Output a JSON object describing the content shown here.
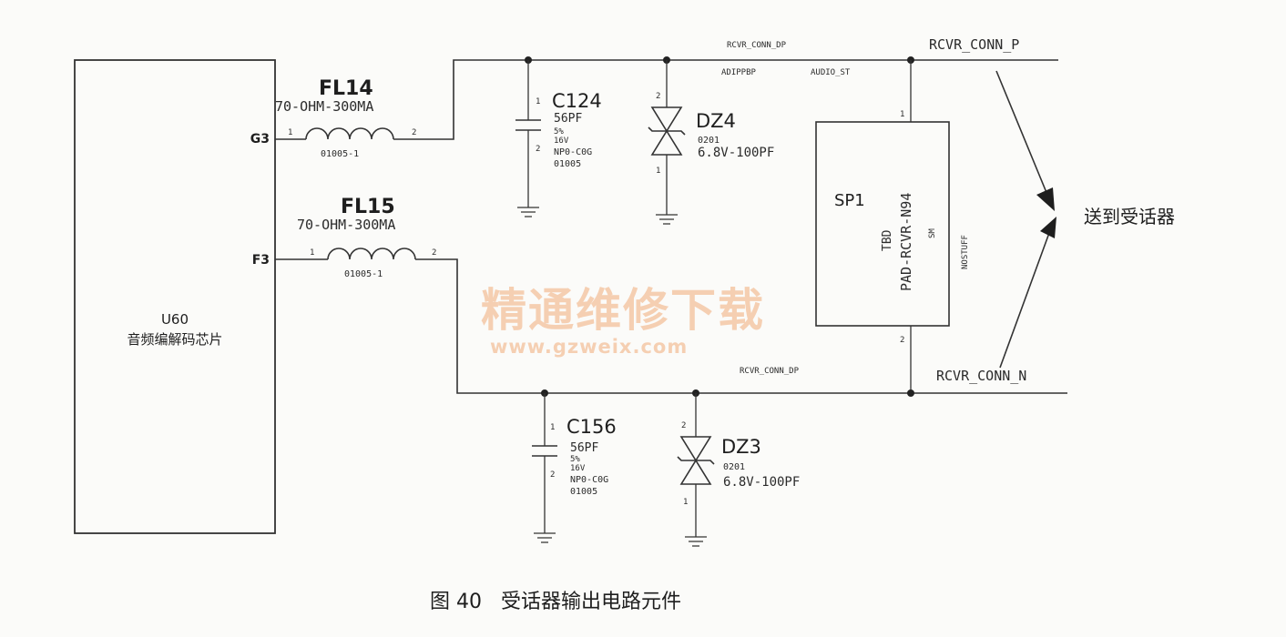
{
  "chip": {
    "ref": "U60",
    "desc": "音频编解码芯片",
    "pin_top": "G3",
    "pin_bottom": "F3"
  },
  "fl14": {
    "ref": "FL14",
    "value": "70-OHM-300MA",
    "pin1": "1",
    "pin2": "2",
    "pkg": "01005-1"
  },
  "fl15": {
    "ref": "FL15",
    "value": "70-OHM-300MA",
    "pin1": "1",
    "pin2": "2",
    "pkg": "01005-1"
  },
  "c124": {
    "ref": "C124",
    "value": "56PF",
    "tol": "5%",
    "volt": "16V",
    "diel": "NP0-C0G",
    "pkg": "01005",
    "pin1": "1",
    "pin2": "2"
  },
  "c156": {
    "ref": "C156",
    "value": "56PF",
    "tol": "5%",
    "volt": "16V",
    "diel": "NP0-C0G",
    "pkg": "01005",
    "pin1": "1",
    "pin2": "2"
  },
  "dz4": {
    "ref": "DZ4",
    "pkg": "0201",
    "value": "6.8V-100PF",
    "pin_top": "2",
    "pin_bottom": "1"
  },
  "dz3": {
    "ref": "DZ3",
    "pkg": "0201",
    "value": "6.8V-100PF",
    "pin_top": "2",
    "pin_bottom": "1"
  },
  "sp1": {
    "ref": "SP1",
    "tbd": "TBD",
    "part": "PAD-RCVR-N94",
    "sm": "SM",
    "nostuff": "NOSTUFF",
    "pin_top": "1",
    "pin_bottom": "2"
  },
  "nets": {
    "top_small": "RCVR_CONN_DP",
    "top_sub1": "ADIPPBP",
    "top_sub2": "AUDIO_ST",
    "top_big": "RCVR_CONN_P",
    "bottom_small": "RCVR_CONN_DP",
    "bottom_big": "RCVR_CONN_N"
  },
  "to_receiver": "送到受话器",
  "watermark": {
    "cn": "精通维修下载",
    "url": "www.gzweix.com"
  },
  "caption": "图 40   受话器输出电路元件"
}
